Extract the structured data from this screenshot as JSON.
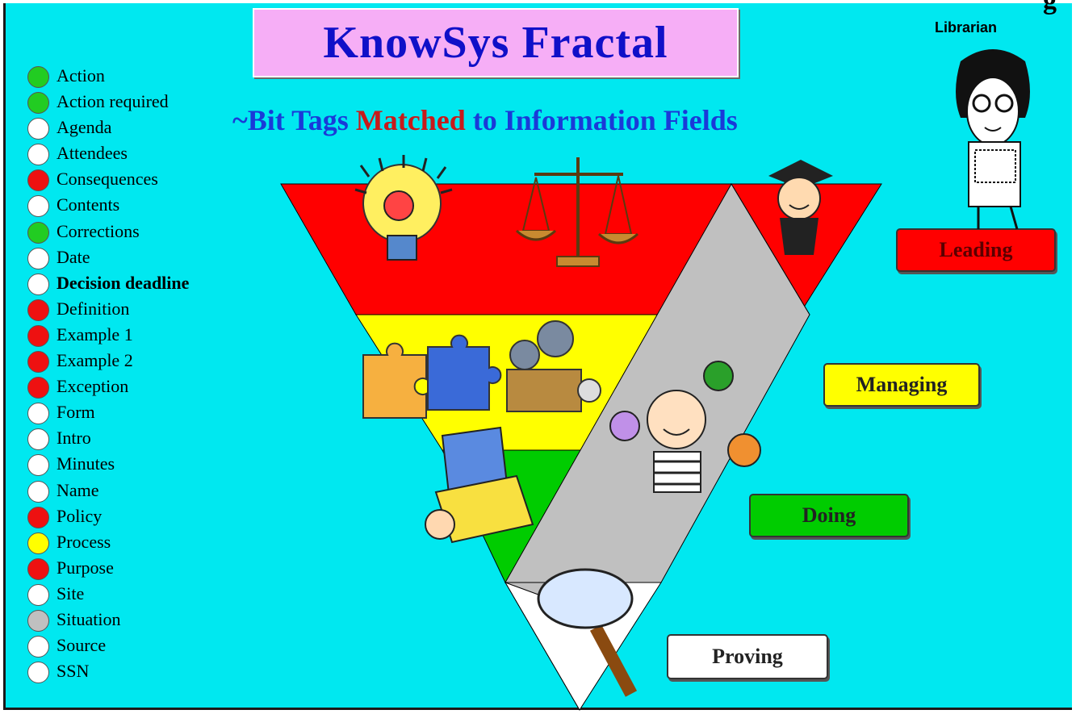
{
  "title": "KnowSys Fractal",
  "subtitle": {
    "part1": "~Bit Tags ",
    "part2": "Matched",
    "part3": " to Information Fields"
  },
  "cutoff_text": "g",
  "librarian_label": "Librarian",
  "colors": {
    "background": "#00e8f0",
    "leading": "#ff0000",
    "managing": "#ffff00",
    "doing": "#00cc00",
    "proving": "#ffffff",
    "band": "#c0c0c0",
    "title_bg": "#f6aef6"
  },
  "levels": {
    "leading": "Leading",
    "managing": "Managing",
    "doing": "Doing",
    "proving": "Proving"
  },
  "tags": [
    {
      "label": "Action",
      "color": "#22cc22",
      "icon": "green-dot"
    },
    {
      "label": "Action required",
      "color": "#22cc22",
      "icon": "green-dot"
    },
    {
      "label": "Agenda",
      "color": "#ffffff",
      "icon": "white-dot"
    },
    {
      "label": "Attendees",
      "color": "#ffffff",
      "icon": "white-dot"
    },
    {
      "label": "Consequences",
      "color": "#ee1111",
      "icon": "red-dot"
    },
    {
      "label": "Contents",
      "color": "#ffffff",
      "icon": "white-dot"
    },
    {
      "label": "Corrections",
      "color": "#22cc22",
      "icon": "green-dot"
    },
    {
      "label": "Date",
      "color": "#ffffff",
      "icon": "white-dot"
    },
    {
      "label": "Decision deadline",
      "color": "#ffffff",
      "icon": "white-dot",
      "bold": true
    },
    {
      "label": "Definition",
      "color": "#ee1111",
      "icon": "red-dot"
    },
    {
      "label": "Example 1",
      "color": "#ee1111",
      "icon": "red-dot"
    },
    {
      "label": "Example 2",
      "color": "#ee1111",
      "icon": "red-dot"
    },
    {
      "label": "Exception",
      "color": "#ee1111",
      "icon": "red-dot"
    },
    {
      "label": "Form",
      "color": "#ffffff",
      "icon": "white-dot"
    },
    {
      "label": "Intro",
      "color": "#ffffff",
      "icon": "white-dot"
    },
    {
      "label": "Minutes",
      "color": "#ffffff",
      "icon": "white-dot"
    },
    {
      "label": "Name",
      "color": "#ffffff",
      "icon": "white-dot"
    },
    {
      "label": "Policy",
      "color": "#ee1111",
      "icon": "red-dot"
    },
    {
      "label": "Process",
      "color": "#ffff00",
      "icon": "yellow-dot"
    },
    {
      "label": "Purpose",
      "color": "#ee1111",
      "icon": "red-dot"
    },
    {
      "label": "Site",
      "color": "#ffffff",
      "icon": "white-dot"
    },
    {
      "label": "Situation",
      "color": "#c0c0c0",
      "icon": "gray-dot"
    },
    {
      "label": "Source",
      "color": "#ffffff",
      "icon": "white-dot"
    },
    {
      "label": "SSN",
      "color": "#ffffff",
      "icon": "white-dot"
    }
  ],
  "clipart": [
    "lightbulb-icon",
    "scales-icon",
    "graduate-icon",
    "puzzle-icon",
    "projector-icon",
    "juggler-icon",
    "computer-icon",
    "magnifier-icon",
    "librarian-icon"
  ]
}
